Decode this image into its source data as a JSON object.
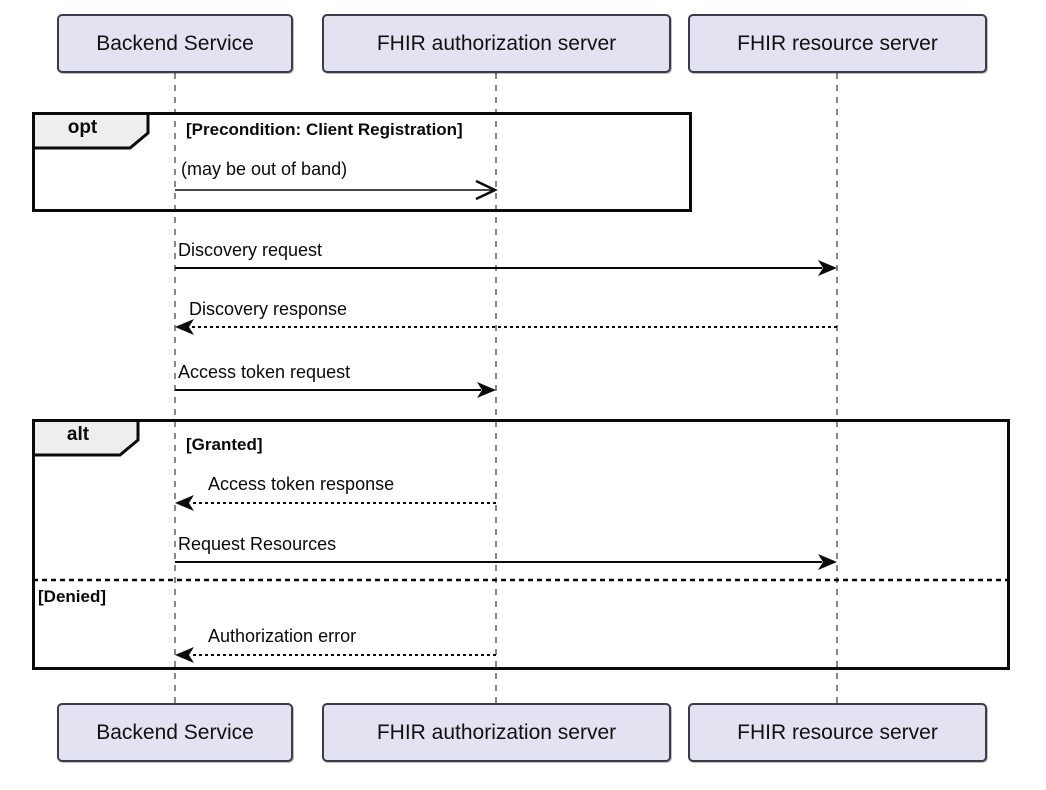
{
  "diagram": {
    "kind": "uml-sequence-diagram",
    "participants": [
      {
        "name": "Backend Service"
      },
      {
        "name": "FHIR authorization server"
      },
      {
        "name": "FHIR resource server"
      }
    ],
    "fragments": [
      {
        "operator": "opt",
        "guard": "[Precondition: Client Registration]"
      },
      {
        "operator": "alt",
        "guard": "[Granted]",
        "else_guard": "[Denied]"
      }
    ],
    "messages": [
      {
        "label": "(may be out of band)",
        "from": "Backend Service",
        "to": "FHIR authorization server",
        "line": "solid",
        "arrowhead": "open"
      },
      {
        "label": "Discovery request",
        "from": "Backend Service",
        "to": "FHIR resource server",
        "line": "solid",
        "arrowhead": "filled"
      },
      {
        "label": "Discovery response",
        "from": "FHIR resource server",
        "to": "Backend Service",
        "line": "dotted",
        "arrowhead": "filled"
      },
      {
        "label": "Access token request",
        "from": "Backend Service",
        "to": "FHIR authorization server",
        "line": "solid",
        "arrowhead": "filled"
      },
      {
        "label": "Access token response",
        "from": "FHIR authorization server",
        "to": "Backend Service",
        "line": "dotted",
        "arrowhead": "filled"
      },
      {
        "label": "Request Resources",
        "from": "Backend Service",
        "to": "FHIR resource server",
        "line": "solid",
        "arrowhead": "filled"
      },
      {
        "label": "Authorization error",
        "from": "FHIR authorization server",
        "to": "Backend Service",
        "line": "dotted",
        "arrowhead": "filled"
      }
    ],
    "colors": {
      "background": "#FFFFFF",
      "participant_fill": "#E2E2F0",
      "participant_border": "#3B3B4D",
      "fragment_border": "#0A0A0A",
      "fragment_tab_fill": "#EEEEEE",
      "message_line": "#0A0A0A",
      "lifeline": "#888888",
      "text": "#0A0A0A"
    }
  }
}
